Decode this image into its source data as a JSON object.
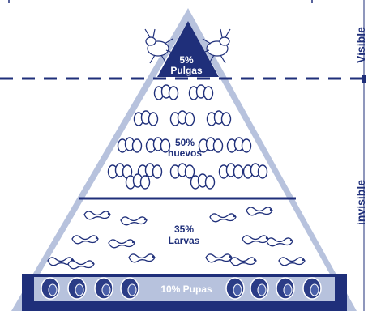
{
  "diagram": {
    "side_labels": {
      "visible": "Visible",
      "invisible": "invisible"
    },
    "tiers": [
      {
        "id": "adult",
        "percent": "5%",
        "name": "Pulgas",
        "icon": "flea-icon"
      },
      {
        "id": "eggs",
        "percent": "50%",
        "name": "huevos",
        "icon": "egg-cluster-icon"
      },
      {
        "id": "larvae",
        "percent": "35%",
        "name": "Larvas",
        "icon": "larva-icon"
      },
      {
        "id": "pupae",
        "label": "10% Pupas",
        "icon": "pupa-icon"
      }
    ],
    "colors": {
      "dark_blue": "#1f2f7a",
      "mid_blue": "#4a5fa8",
      "light_blue": "#b7c2dd",
      "white": "#ffffff"
    }
  }
}
